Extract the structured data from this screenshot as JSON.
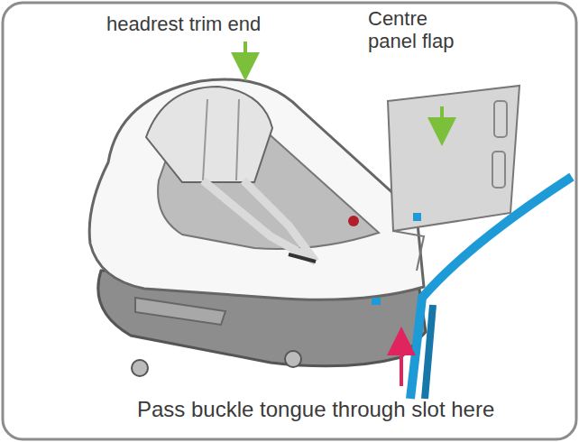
{
  "diagram": {
    "labels": [
      "headrest trim end",
      "Centre panel flap",
      "Pass buckle tongue through slot here"
    ]
  }
}
